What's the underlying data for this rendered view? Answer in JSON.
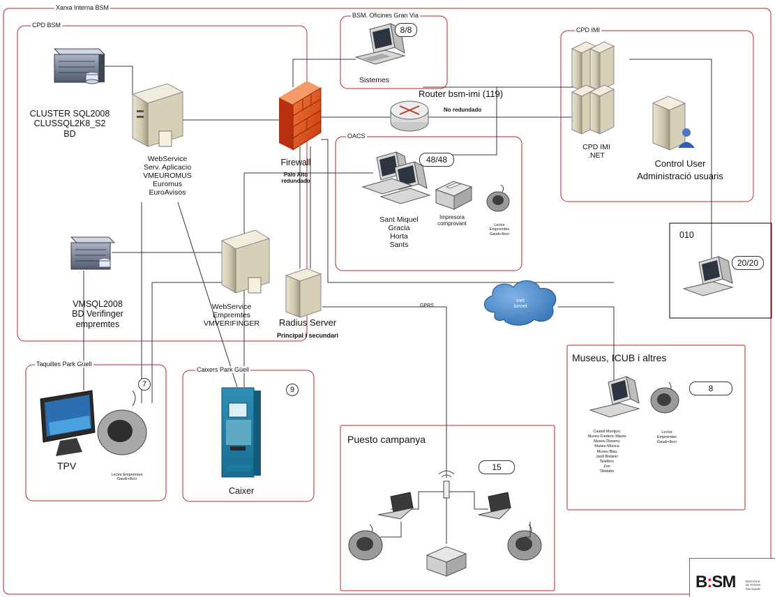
{
  "groups": {
    "xarxa": "Xarxa Interna BSM",
    "cpd_bsm": "CPD BSM",
    "oficines": "BSM. Oficines Gran Via",
    "cpd_imi": "CPD IMI",
    "oacs": "OACS",
    "taquilles": "Taquilles Park Güell",
    "caixers": "Caixers Park Güell",
    "museus": "Museus, ICUB i altres",
    "puesto": "Puesto campanya",
    "line_010": "010"
  },
  "nodes": {
    "cluster": [
      "CLUSTER SQL2008",
      "CLUSSQL2K8_S2",
      "BD"
    ],
    "webservice_app": [
      "WebService",
      "Serv. Aplicacio",
      "VMEUROMUS",
      "Euromus",
      "EuroAvisos"
    ],
    "firewall": "Firewall",
    "firewall_sub": [
      "Palo Alto",
      "redundado"
    ],
    "router": "Router bsm-imi (119)",
    "router_sub": "No redundado",
    "sistemes": "Sistemes",
    "cpd_imi_label": [
      "CPD IMI",
      ".NET"
    ],
    "control_user": [
      "Control User",
      "Administració usuaris"
    ],
    "oacs_sites": [
      "Sant Miquel",
      "Gracia",
      "Horta",
      "Sants"
    ],
    "impresora": [
      "Impresora",
      "comprovant"
    ],
    "lector_oacs": [
      "Lector",
      "Empremtes",
      "Gaudi+Ibcn"
    ],
    "vmsql": [
      "VMSQL2008",
      "BD Verifinger",
      "empremtes"
    ],
    "webservice_emp": [
      "WebService",
      "Empremtes",
      "VMVERIFINGER"
    ],
    "radius": "Radius Server",
    "radius_sub": "Principal i secundari",
    "gprs": "GPRS",
    "inet": [
      "Inet",
      "tunnel"
    ],
    "tpv": "TPV",
    "lector_taquilles": [
      "Lector Empremtes",
      "Gaudi+Ibcn"
    ],
    "caixer": "Caixer",
    "museus_sites": [
      "Castell Montjuïc",
      "Museu Frederic Marès",
      "Museu Disseny",
      "Museu Música",
      "Museu Blau",
      "Jardí Botànic",
      "Telefèric",
      "Zoo",
      "Tibidabo"
    ],
    "lector_museus": [
      "Lector",
      "Empremtes",
      "Gaudi+Ibcn"
    ]
  },
  "badges": {
    "oficines": "8/8",
    "oacs": "48/48",
    "line_010": "20/20",
    "taquilles": "7",
    "caixers": "9",
    "museus": "8",
    "puesto": "15"
  },
  "logo": {
    "mark": "B:SM",
    "sub": "Barcelona\nde Serveis\nMunicipals"
  }
}
